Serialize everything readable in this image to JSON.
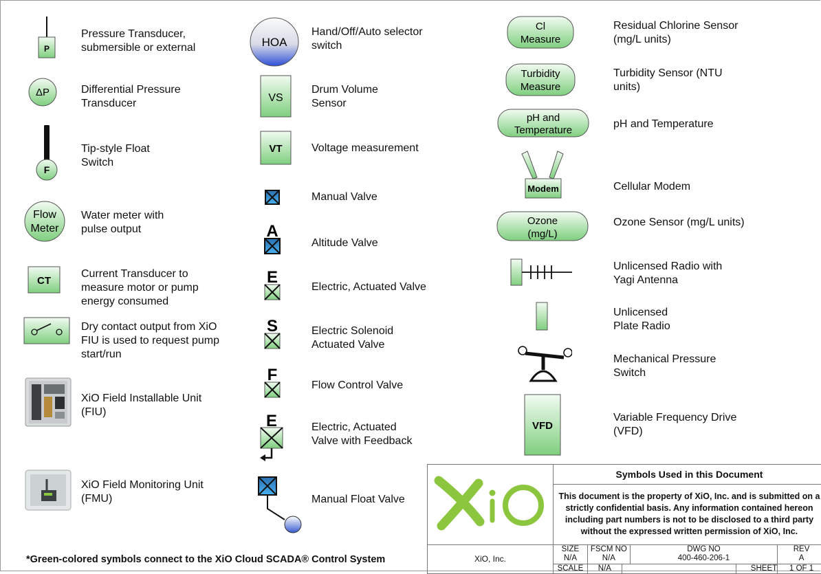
{
  "symbols": {
    "pressure_transducer": {
      "abbr": "P",
      "label": "Pressure Transducer,\nsubmersible or external"
    },
    "diff_pressure": {
      "abbr": "ΔP",
      "label": "Differential Pressure\nTransducer"
    },
    "float_switch": {
      "abbr": "F",
      "label": "Tip-style Float\nSwitch"
    },
    "flow_meter": {
      "abbr": "Flow\nMeter",
      "label": "Water meter with\npulse output"
    },
    "current_transducer": {
      "abbr": "CT",
      "label": "Current Transducer to\nmeasure motor or pump\nenergy consumed"
    },
    "dry_contact": {
      "label": "Dry contact output from XiO\nFIU is used to request pump\nstart/run"
    },
    "fiu": {
      "label": "XiO Field Installable Unit\n(FIU)"
    },
    "fmu": {
      "label": "XiO Field Monitoring Unit\n(FMU)"
    },
    "hoa": {
      "abbr": "HOA",
      "label": "Hand/Off/Auto selector\nswitch"
    },
    "drum_volume": {
      "abbr": "VS",
      "label": "Drum Volume\nSensor"
    },
    "voltage": {
      "abbr": "VT",
      "label": "Voltage measurement"
    },
    "manual_valve": {
      "label": "Manual Valve"
    },
    "altitude_valve": {
      "abbr": "A",
      "label": "Altitude Valve"
    },
    "electric_valve": {
      "abbr": "E",
      "label": "Electric, Actuated Valve"
    },
    "solenoid_valve": {
      "abbr": "S",
      "label": "Electric Solenoid\nActuated Valve"
    },
    "flow_control_valve": {
      "abbr": "F",
      "label": "Flow Control Valve"
    },
    "feedback_valve": {
      "abbr": "E",
      "label": "Electric, Actuated\nValve with Feedback"
    },
    "manual_float_valve": {
      "label": "Manual Float Valve"
    },
    "chlorine": {
      "abbr": "Cl\nMeasure",
      "label": "Residual Chlorine Sensor\n(mg/L units)"
    },
    "turbidity": {
      "abbr": "Turbidity\nMeasure",
      "label": "Turbidity Sensor (NTU\nunits)"
    },
    "ph_temp": {
      "abbr": "pH and\nTemperature",
      "label": "pH and Temperature"
    },
    "modem": {
      "abbr": "Modem",
      "label": "Cellular Modem"
    },
    "ozone": {
      "abbr": "Ozone\n(mg/L)",
      "label": "Ozone Sensor (mg/L units)"
    },
    "yagi_radio": {
      "label": "Unlicensed Radio with\nYagi Antenna"
    },
    "plate_radio": {
      "label": "Unlicensed\nPlate Radio"
    },
    "mech_pressure": {
      "label": "Mechanical Pressure\nSwitch"
    },
    "vfd": {
      "abbr": "VFD",
      "label": "Variable Frequency Drive\n(VFD)"
    }
  },
  "note": "*Green-colored symbols connect to the XiO Cloud SCADA® Control System",
  "title_block": {
    "logo": "XiO",
    "title": "Symbols Used  in this Document",
    "confidential": "This document is the property of XiO, Inc. and is submitted on a strictly confidential basis.  Any information contained hereon including part numbers is not to be disclosed to a third party without the expressed written permission of XiO, Inc.",
    "company": "XiO, Inc.",
    "size_label": "SIZE",
    "size_value": "N/A",
    "fscm_label": "FSCM NO",
    "fscm_value": "N/A",
    "dwg_label": "DWG NO",
    "dwg_value": "400-460-206-1",
    "rev_label": "REV",
    "rev_value": "A",
    "scale_label": "SCALE",
    "scale_value": "N/A",
    "sheet_label": "SHEET",
    "sheet_value": "1 OF 1"
  },
  "colors": {
    "symbol_green": "#8fd58f",
    "logo_green": "#8cc63f",
    "hoa_blue": "#3355dd",
    "valve_blue": "#2a8fd6"
  }
}
